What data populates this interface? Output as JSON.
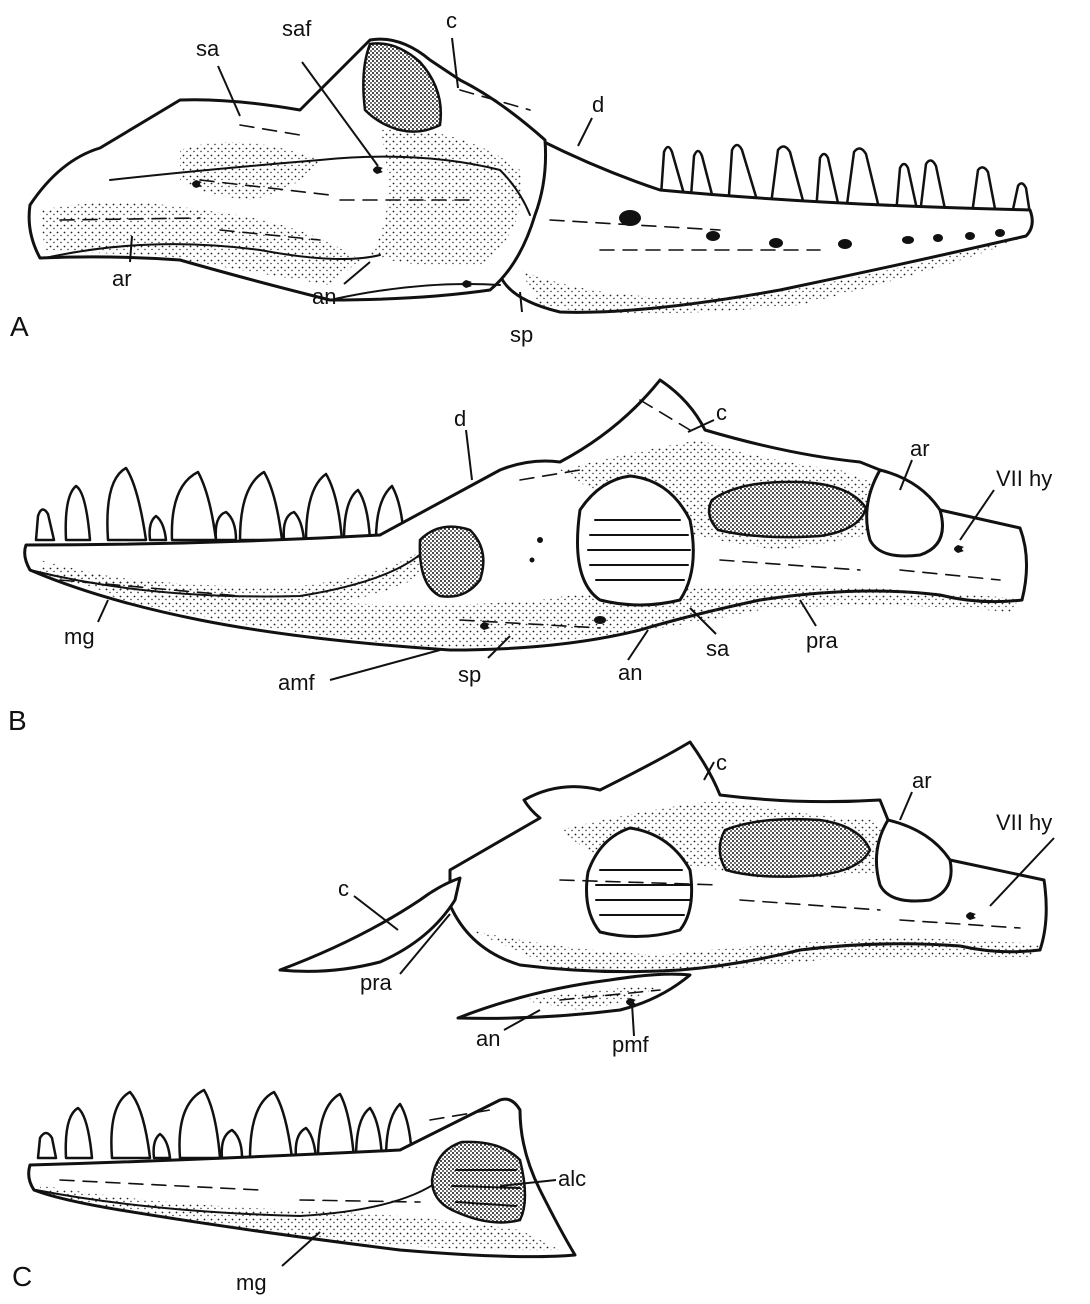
{
  "panels": {
    "A": {
      "letter": "A",
      "labels": {
        "sa": "sa",
        "saf": "saf",
        "c": "c",
        "d": "d",
        "ar": "ar",
        "an": "an",
        "sp": "sp"
      }
    },
    "B": {
      "letter": "B",
      "labels": {
        "d": "d",
        "c": "c",
        "ar": "ar",
        "VIIhy": "VII hy",
        "mg": "mg",
        "amf": "amf",
        "sp": "sp",
        "an": "an",
        "sa": "sa",
        "pra": "pra"
      }
    },
    "C": {
      "letter": "C",
      "labels": {
        "c_top": "c",
        "ar": "ar",
        "VIIhy": "VII hy",
        "c_left": "c",
        "pra": "pra",
        "an": "an",
        "pmf": "pmf",
        "alc": "alc",
        "mg": "mg"
      }
    }
  }
}
